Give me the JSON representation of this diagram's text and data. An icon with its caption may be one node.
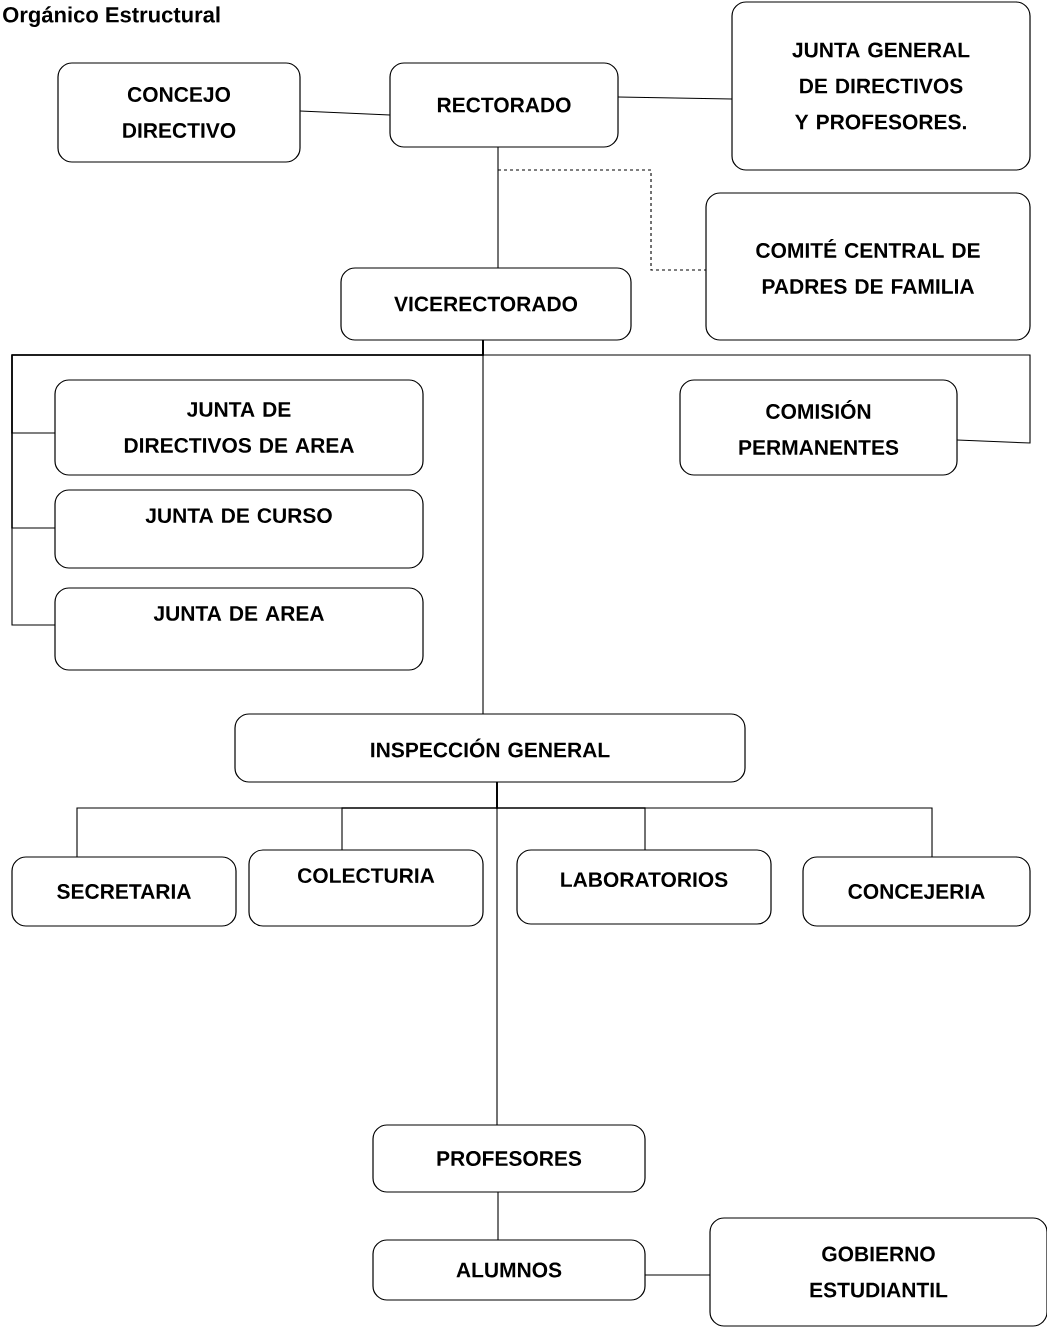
{
  "diagram": {
    "title": "Orgánico Estructural",
    "nodes": [
      {
        "text": [
          "CONCEJO DIRECTIVO"
        ]
      },
      {
        "text": [
          "RECTORADO"
        ]
      },
      {
        "text": [
          "JUNTA GENERAL DE DIRECTIVOS Y PROFESORES."
        ]
      },
      {
        "text": [
          "COMITÉ CENTRAL DE PADRES DE FAMILIA"
        ]
      },
      {
        "text": [
          "VICERECTORADO"
        ]
      },
      {
        "text": [
          "JUNTA DE DIRECTIVOS DE AREA"
        ]
      },
      {
        "text": [
          "COMISIÓN PERMANENTES"
        ]
      },
      {
        "text": [
          "JUNTA DE CURSO"
        ]
      },
      {
        "text": [
          "JUNTA DE AREA"
        ]
      },
      {
        "text": [
          "INSPECCIÓN GENERAL"
        ]
      },
      {
        "text": [
          "SECRETARIA"
        ]
      },
      {
        "text": [
          "COLECTURIA"
        ]
      },
      {
        "text": [
          "LABORATORIOS"
        ]
      },
      {
        "text": [
          "CONCEJERIA"
        ]
      },
      {
        "text": [
          "PROFESORES"
        ]
      },
      {
        "text": [
          "ALUMNOS"
        ]
      },
      {
        "text": [
          "GOBIERNO ESTUDIANTIL"
        ]
      }
    ],
    "edges": [
      {
        "from": 0,
        "to": 1,
        "arrow": "none"
      },
      {
        "from": 1,
        "to": 2,
        "arrow": "none"
      },
      {
        "from": 1,
        "to": 4,
        "arrow": "none"
      },
      {
        "from": 1,
        "to": 3,
        "arrow": "none",
        "style": "dashed"
      },
      {
        "from": 4,
        "to": 5,
        "arrow": "none"
      },
      {
        "from": 4,
        "to": 7,
        "arrow": "none"
      },
      {
        "from": 4,
        "to": 8,
        "arrow": "none"
      },
      {
        "from": 4,
        "to": 6,
        "arrow": "none"
      },
      {
        "from": 4,
        "to": 9,
        "arrow": "none"
      },
      {
        "from": 9,
        "to": 10,
        "arrow": "none"
      },
      {
        "from": 9,
        "to": 11,
        "arrow": "none"
      },
      {
        "from": 9,
        "to": 12,
        "arrow": "none"
      },
      {
        "from": 9,
        "to": 13,
        "arrow": "none"
      },
      {
        "from": 9,
        "to": 14,
        "arrow": "none"
      },
      {
        "from": 14,
        "to": 15,
        "arrow": "none"
      },
      {
        "from": 15,
        "to": 16,
        "arrow": "none"
      }
    ]
  }
}
